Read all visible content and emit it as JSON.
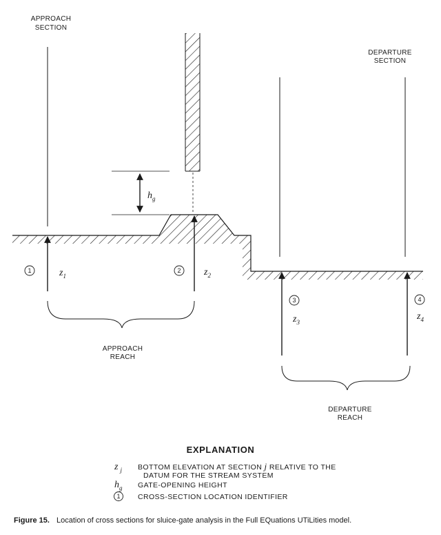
{
  "labels": {
    "approach_section": [
      "APPROACH",
      "SECTION"
    ],
    "departure_section": [
      "DEPARTURE",
      "SECTION"
    ],
    "approach_reach": [
      "APPROACH",
      "REACH"
    ],
    "departure_reach": [
      "DEPARTURE",
      "REACH"
    ]
  },
  "variables": {
    "hg": {
      "base": "h",
      "sub": "g"
    },
    "z1": {
      "base": "z",
      "sub": "1"
    },
    "z2": {
      "base": "z",
      "sub": "2"
    },
    "z3": {
      "base": "z",
      "sub": "3"
    },
    "z4": {
      "base": "z",
      "sub": "4"
    }
  },
  "identifiers": [
    "1",
    "2",
    "3",
    "4"
  ],
  "explanation": {
    "title": "EXPLANATION",
    "items": [
      {
        "symbol_base": "z",
        "symbol_sub": "j",
        "text_a": "BOTTOM ELEVATION AT SECTION ",
        "text_var": "j",
        "text_b": " RELATIVE TO THE",
        "text2": "DATUM FOR THE STREAM SYSTEM"
      },
      {
        "symbol_base": "h",
        "symbol_sub": "g",
        "text_a": "GATE-OPENING HEIGHT"
      },
      {
        "symbol_id": "1",
        "text_a": "CROSS-SECTION LOCATION IDENTIFIER"
      }
    ]
  },
  "caption": {
    "label": "Figure 15.",
    "text": "Location of cross sections for sluice-gate analysis in the Full EQuations UTiLities model."
  }
}
